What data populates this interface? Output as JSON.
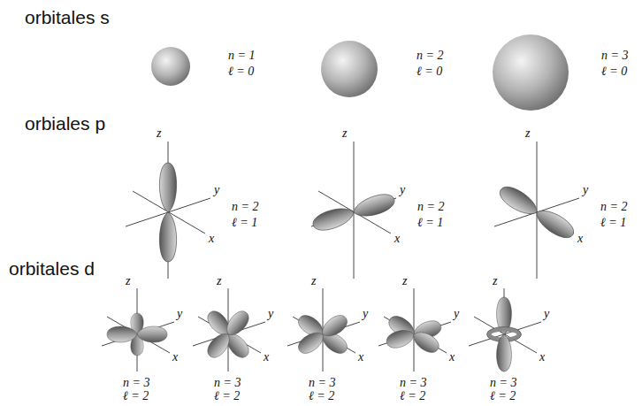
{
  "diagram": {
    "labels": [
      "orbitales s",
      "n = 1",
      "ℓ = 0",
      "n = 2",
      "ℓ = 0",
      "n = 3",
      "ℓ = 0",
      "orbiales p",
      "z",
      "y",
      "x",
      "n = 2",
      "ℓ = 1",
      "z",
      "y",
      "x",
      "n = 2",
      "ℓ = 1",
      "z",
      "y",
      "x",
      "n = 2",
      "ℓ = 1",
      "orbitales d",
      "z",
      "y",
      "x",
      "n = 3",
      "ℓ = 2",
      "z",
      "y",
      "x",
      "n = 3",
      "ℓ = 2",
      "z",
      "y",
      "x",
      "n = 3",
      "ℓ = 2",
      "z",
      "y",
      "x",
      "n = 3",
      "ℓ = 2",
      "z",
      "y",
      "x",
      "n = 3",
      "ℓ = 2"
    ]
  }
}
